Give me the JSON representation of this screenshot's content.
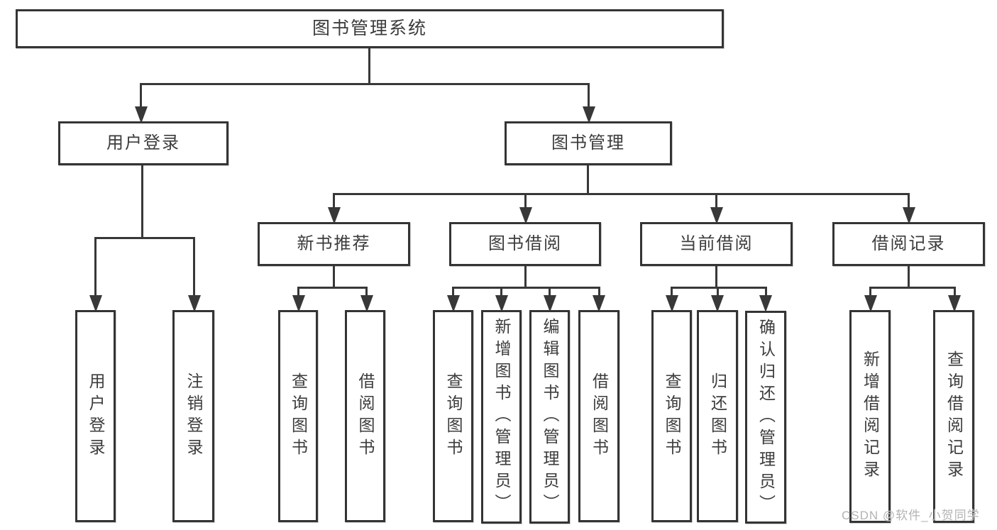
{
  "diagram_title": "图书管理系统",
  "watermark": "CSDN @软件_小贺同学",
  "colors": {
    "line": "#383838",
    "box_border": "#343434",
    "text": "#3c3c3c",
    "watermark": "#b3b3b3",
    "background": "#ffffff"
  },
  "nodes": [
    {
      "id": "root",
      "label": "图书管理系统",
      "parent": null
    },
    {
      "id": "user-login",
      "label": "用户登录",
      "parent": "root"
    },
    {
      "id": "book-mgmt",
      "label": "图书管理",
      "parent": "root"
    },
    {
      "id": "user-login-leaf",
      "label": "用户登录",
      "parent": "user-login"
    },
    {
      "id": "logout-leaf",
      "label": "注销登录",
      "parent": "user-login"
    },
    {
      "id": "new-book-rec",
      "label": "新书推荐",
      "parent": "book-mgmt"
    },
    {
      "id": "book-borrow",
      "label": "图书借阅",
      "parent": "book-mgmt"
    },
    {
      "id": "current-borrow",
      "label": "当前借阅",
      "parent": "book-mgmt"
    },
    {
      "id": "borrow-records",
      "label": "借阅记录",
      "parent": "book-mgmt"
    },
    {
      "id": "query-books-1",
      "label": "查询图书",
      "parent": "new-book-rec"
    },
    {
      "id": "borrow-books-1",
      "label": "借阅图书",
      "parent": "new-book-rec"
    },
    {
      "id": "query-books-2",
      "label": "查询图书",
      "parent": "book-borrow"
    },
    {
      "id": "add-books-admin",
      "label": "新增图书（管理员）",
      "parent": "book-borrow"
    },
    {
      "id": "edit-books-admin",
      "label": "编辑图书（管理员）",
      "parent": "book-borrow"
    },
    {
      "id": "borrow-books-2",
      "label": "借阅图书",
      "parent": "book-borrow"
    },
    {
      "id": "query-books-3",
      "label": "查询图书",
      "parent": "current-borrow"
    },
    {
      "id": "return-books",
      "label": "归还图书",
      "parent": "current-borrow"
    },
    {
      "id": "confirm-return-admin",
      "label": "确认归还（管理员）",
      "parent": "current-borrow"
    },
    {
      "id": "add-borrow-record",
      "label": "新增借阅记录",
      "parent": "borrow-records"
    },
    {
      "id": "query-borrow-record",
      "label": "查询借阅记录",
      "parent": "borrow-records"
    }
  ]
}
